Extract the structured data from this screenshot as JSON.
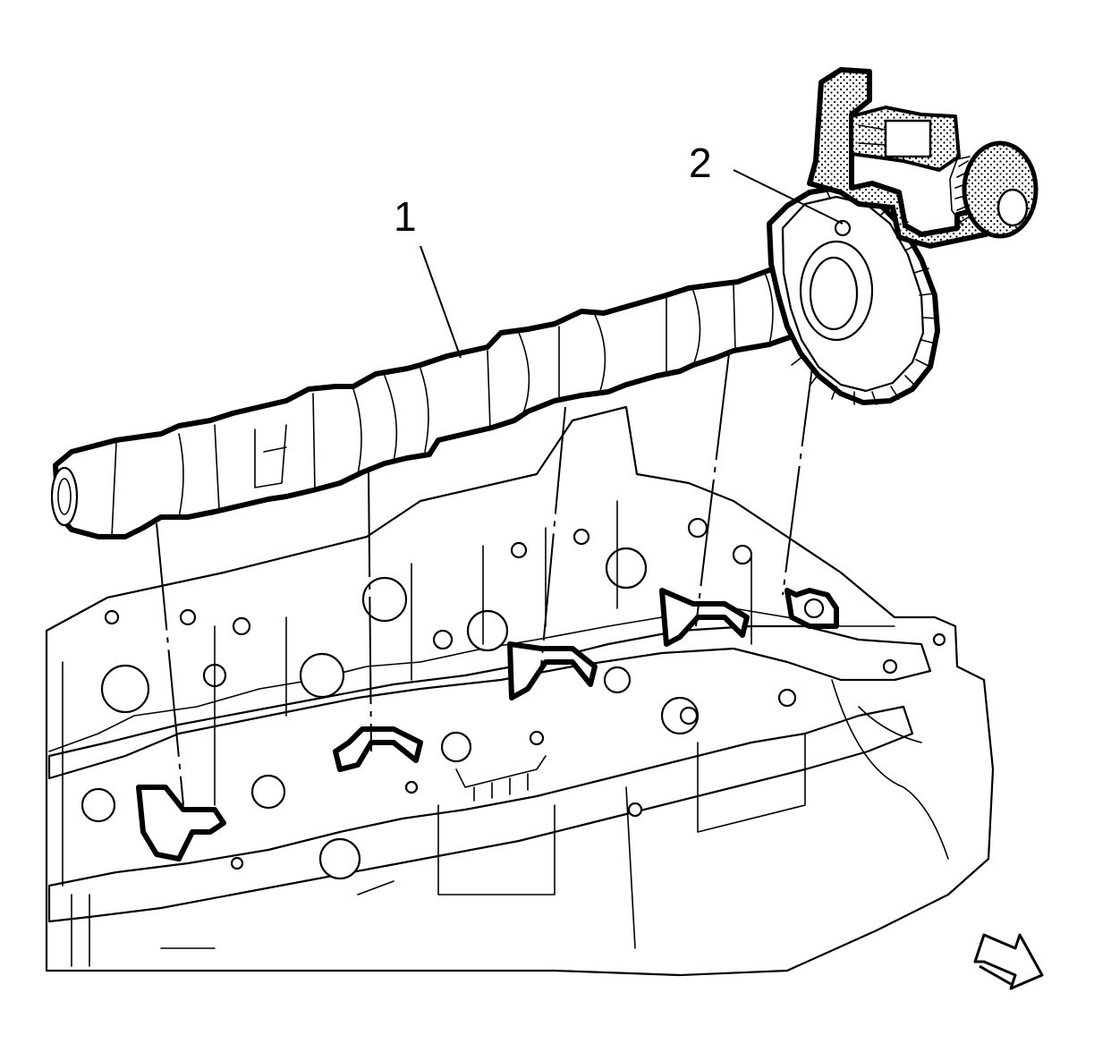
{
  "callouts": [
    {
      "id": "1",
      "label": "1"
    },
    {
      "id": "2",
      "label": "2"
    }
  ],
  "colors": {
    "line": "#000000",
    "background": "#ffffff"
  },
  "icons": {
    "orientation": "view-direction-arrow-icon"
  }
}
